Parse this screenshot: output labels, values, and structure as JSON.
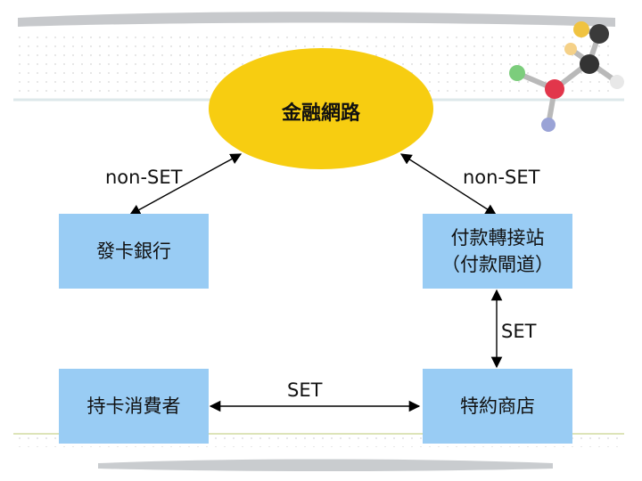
{
  "nodes": {
    "network": "金融網路",
    "issuer": "發卡銀行",
    "gateway_line1": "付款轉接站",
    "gateway_line2": "（付款閘道）",
    "cardholder": "持卡消費者",
    "merchant": "特約商店"
  },
  "edges": {
    "issuer_network": "non-SET",
    "network_gateway": "non-SET",
    "gateway_merchant": "SET",
    "cardholder_merchant": "SET"
  },
  "colors": {
    "box": "#99ccf4",
    "ellipse": "#f7cd11",
    "arrow": "#000000"
  }
}
